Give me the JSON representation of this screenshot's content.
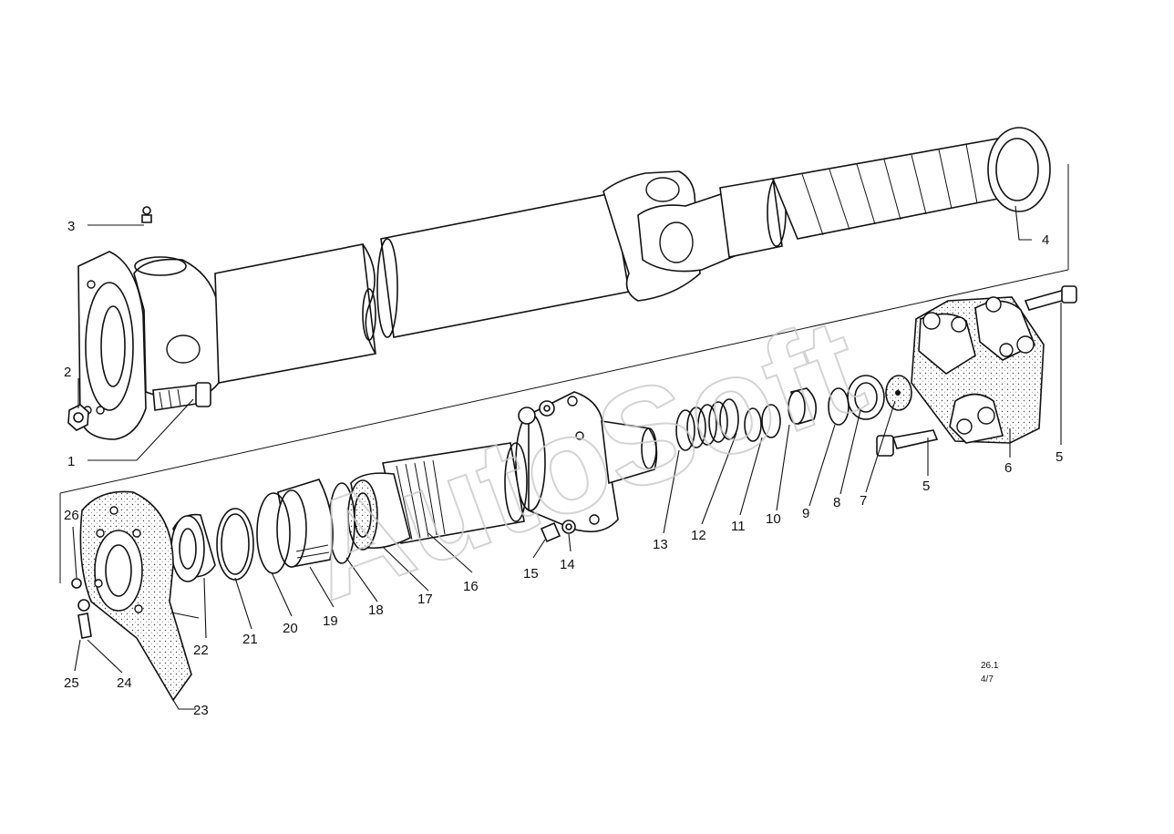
{
  "diagram": {
    "watermark": "AutoSoft",
    "reference_lines": [
      "26.1",
      "4/7"
    ],
    "callouts": [
      "1",
      "2",
      "3",
      "4",
      "5",
      "5",
      "6",
      "7",
      "8",
      "9",
      "10",
      "11",
      "12",
      "13",
      "14",
      "15",
      "16",
      "17",
      "18",
      "19",
      "20",
      "21",
      "22",
      "23",
      "24",
      "25",
      "26"
    ]
  }
}
